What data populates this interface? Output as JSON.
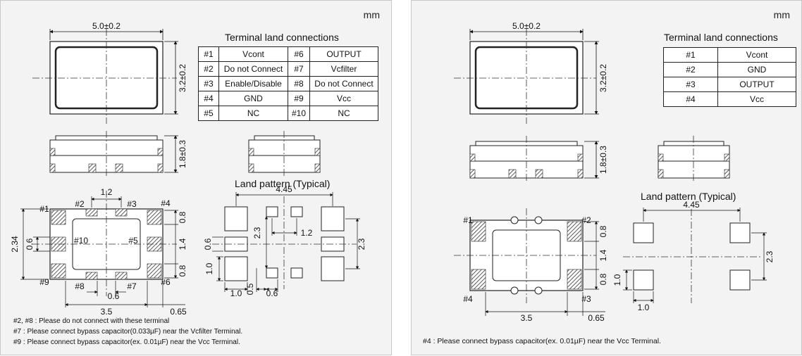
{
  "left": {
    "unit": "mm",
    "dims": {
      "top_width": "5.0±0.2",
      "top_height": "3.2±0.2",
      "side_height": "1.8±0.3",
      "pin_pitch_top": "1.2",
      "pad_w": "0.8",
      "center_h": "1.4",
      "pad_w2": "0.8",
      "overall_h": "2.34",
      "pad_h": "0.6",
      "bottom_spacing": "0.6",
      "bottom_len": "3.5",
      "bottom_edge": "0.65"
    },
    "pins_bottom": {
      "p1": "#1",
      "p2": "#2",
      "p3": "#3",
      "p4": "#4",
      "p5": "#5",
      "p6": "#6",
      "p7": "#7",
      "p8": "#8",
      "p9": "#9",
      "p10": "#10"
    },
    "table_title": "Terminal land connections",
    "table": [
      [
        "#1",
        "Vcont",
        "#6",
        "OUTPUT"
      ],
      [
        "#2",
        "Do not Connect",
        "#7",
        "Vcfilter"
      ],
      [
        "#3",
        "Enable/Disable",
        "#8",
        "Do not Connect"
      ],
      [
        "#4",
        "GND",
        "#9",
        "Vcc"
      ],
      [
        "#5",
        "NC",
        "#10",
        "NC"
      ]
    ],
    "land_title": "Land pattern (Typical)",
    "land_dims": {
      "width": "4.45",
      "h_small": "2.3",
      "pitch": "1.2",
      "h_right": "2.3",
      "pad_h": "0.6",
      "pad_h2": "1.0",
      "pad_w": "1.0",
      "gap": "0.5",
      "small_w": "0.6"
    },
    "notes": [
      "#2, #8 : Please do not connect with these terminal",
      "#7 : Please connect bypass capacitor(0.033µF) near the Vcfilter Terminal.",
      "#9 : Please connect bypass capacitor(ex. 0.01µF) near the Vcc Terminal."
    ]
  },
  "right": {
    "unit": "mm",
    "dims": {
      "top_width": "5.0±0.2",
      "top_height": "3.2±0.2",
      "side_height": "1.8±0.3",
      "pad_w": "0.8",
      "center_h": "1.4",
      "pad_w2": "0.8",
      "bottom_len": "3.5",
      "bottom_edge": "0.65"
    },
    "pins": {
      "p1": "#1",
      "p2": "#2",
      "p3": "#3",
      "p4": "#4"
    },
    "table_title": "Terminal land connections",
    "table": [
      [
        "#1",
        "Vcont"
      ],
      [
        "#2",
        "GND"
      ],
      [
        "#3",
        "OUTPUT"
      ],
      [
        "#4",
        "Vcc"
      ]
    ],
    "land_title": "Land pattern (Typical)",
    "land_dims": {
      "width": "4.45",
      "height": "2.3",
      "pad_h": "1.0",
      "pad_w": "1.0"
    },
    "notes": [
      "#4 : Please connect bypass capacitor(ex. 0.01µF) near the Vcc Terminal."
    ]
  }
}
